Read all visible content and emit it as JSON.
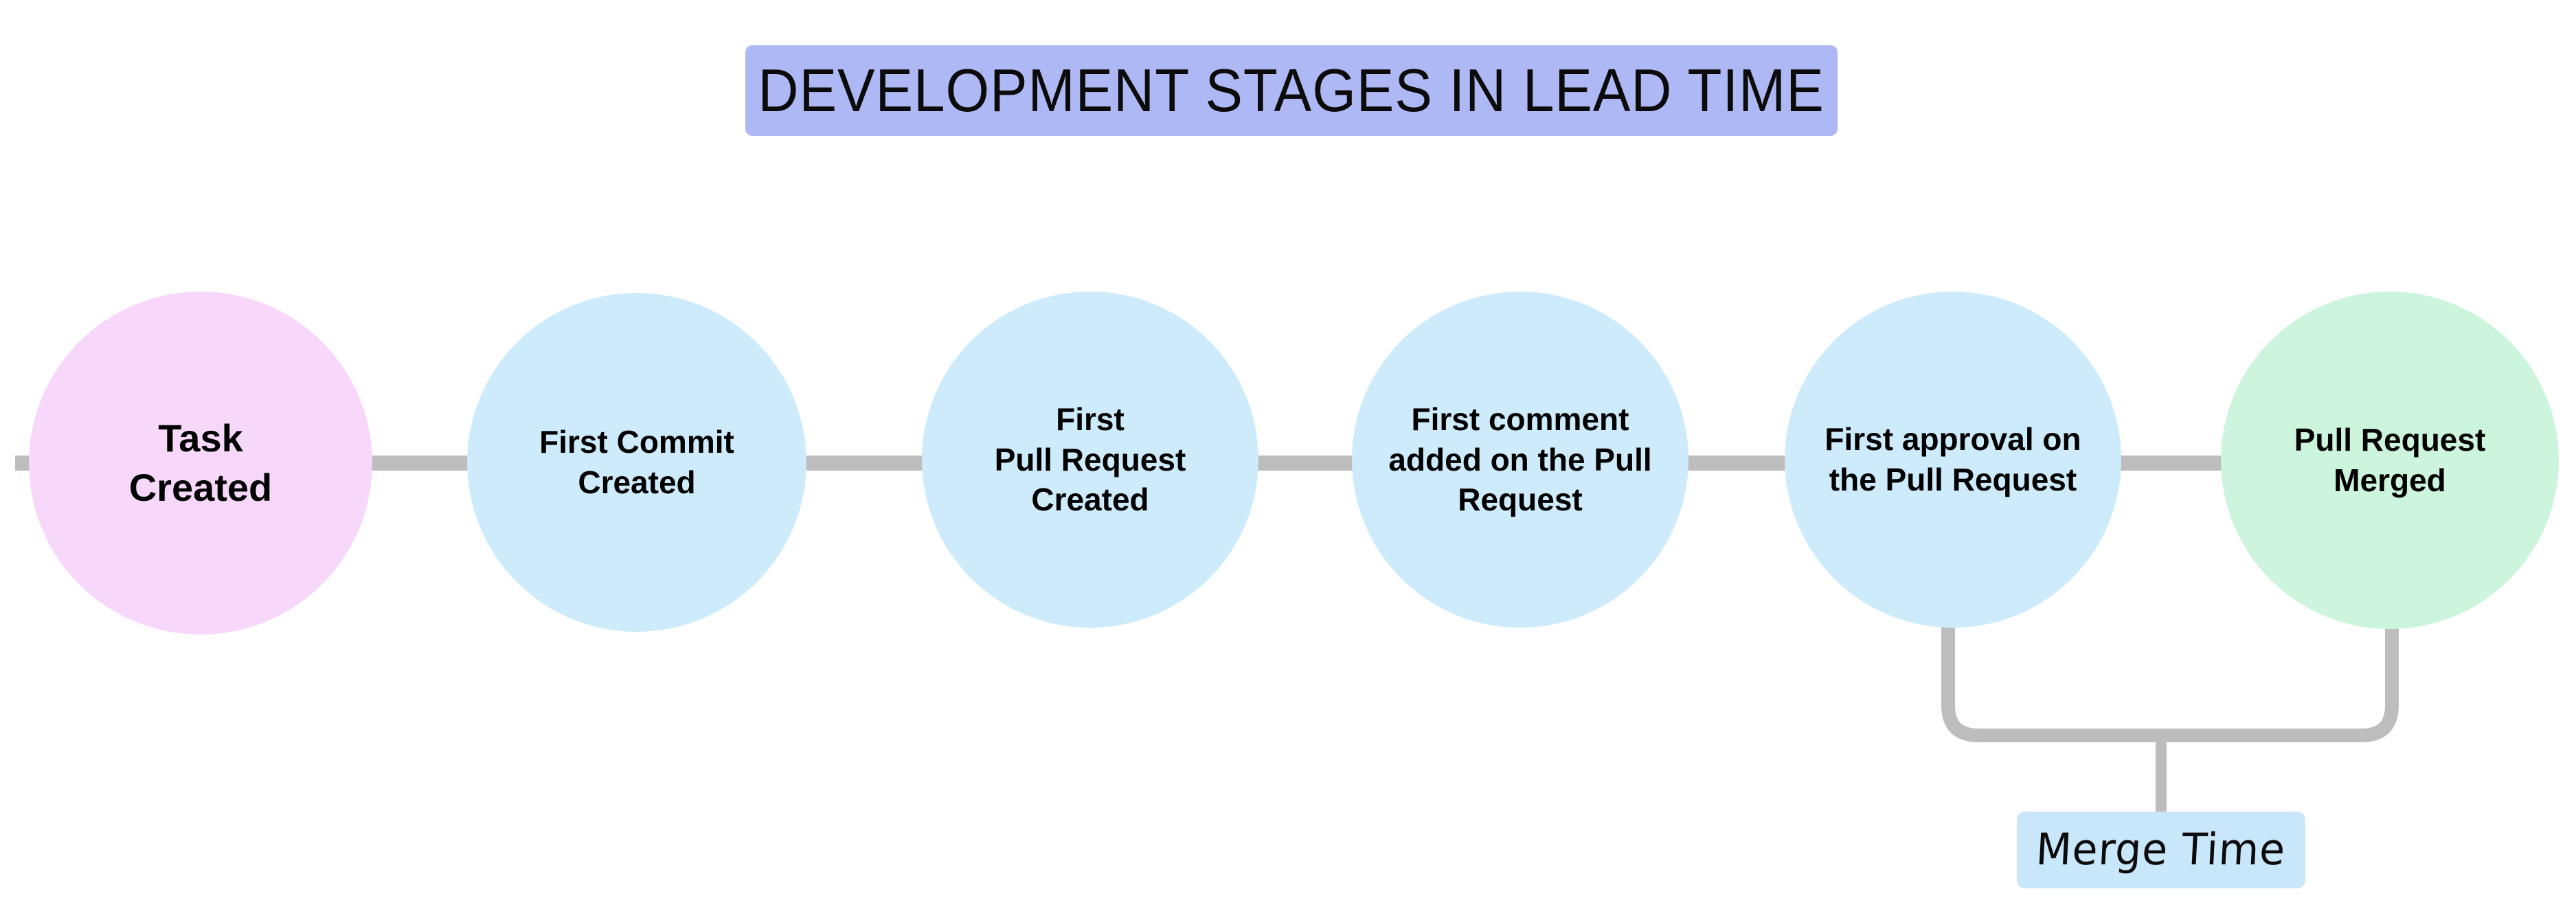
{
  "title": {
    "text": "DEVELOPMENT STAGES IN LEAD TIME",
    "background_color": "#AEB8F5",
    "text_color": "#0b0b0b"
  },
  "colors": {
    "start_node": "#F7D8FB",
    "stage_node": "#CDEBFB",
    "end_node": "#CDF4DC",
    "connector": "#BDBDBD",
    "merge_time_pill": "#C9E7FA",
    "canvas": "#ffffff"
  },
  "chart_data": {
    "type": "diagram",
    "title": "DEVELOPMENT STAGES IN LEAD TIME",
    "layout": "horizontal-timeline",
    "stages": [
      {
        "id": "task-created",
        "label": "Task\nCreated",
        "color": "#F7D8FB",
        "order": 1
      },
      {
        "id": "first-commit-created",
        "label": "First Commit\nCreated",
        "color": "#CDEBFB",
        "order": 2
      },
      {
        "id": "first-pr-created",
        "label": "First\nPull Request\nCreated",
        "color": "#CDEBFB",
        "order": 3
      },
      {
        "id": "first-comment-on-pr",
        "label": "First comment\nadded on the Pull\nRequest",
        "color": "#CDEBFB",
        "order": 4
      },
      {
        "id": "first-approval-on-pr",
        "label": "First approval on\nthe Pull Request",
        "color": "#CDEBFB",
        "order": 5
      },
      {
        "id": "pull-request-merged",
        "label": "Pull Request\nMerged",
        "color": "#CDF4DC",
        "order": 6
      }
    ],
    "annotations": [
      {
        "id": "merge-time",
        "label": "Merge Time",
        "spans_from": "first-approval-on-pr",
        "spans_to": "pull-request-merged",
        "style": "bracket-below",
        "color": "#C9E7FA"
      }
    ]
  },
  "nodes": [
    {
      "label": "Task\nCreated"
    },
    {
      "label": "First Commit\nCreated"
    },
    {
      "label": "First\nPull Request\nCreated"
    },
    {
      "label": "First comment\nadded on the Pull\nRequest"
    },
    {
      "label": "First approval on\nthe Pull Request"
    },
    {
      "label": "Pull Request\nMerged"
    }
  ],
  "merge_time": {
    "label": "Merge Time"
  }
}
